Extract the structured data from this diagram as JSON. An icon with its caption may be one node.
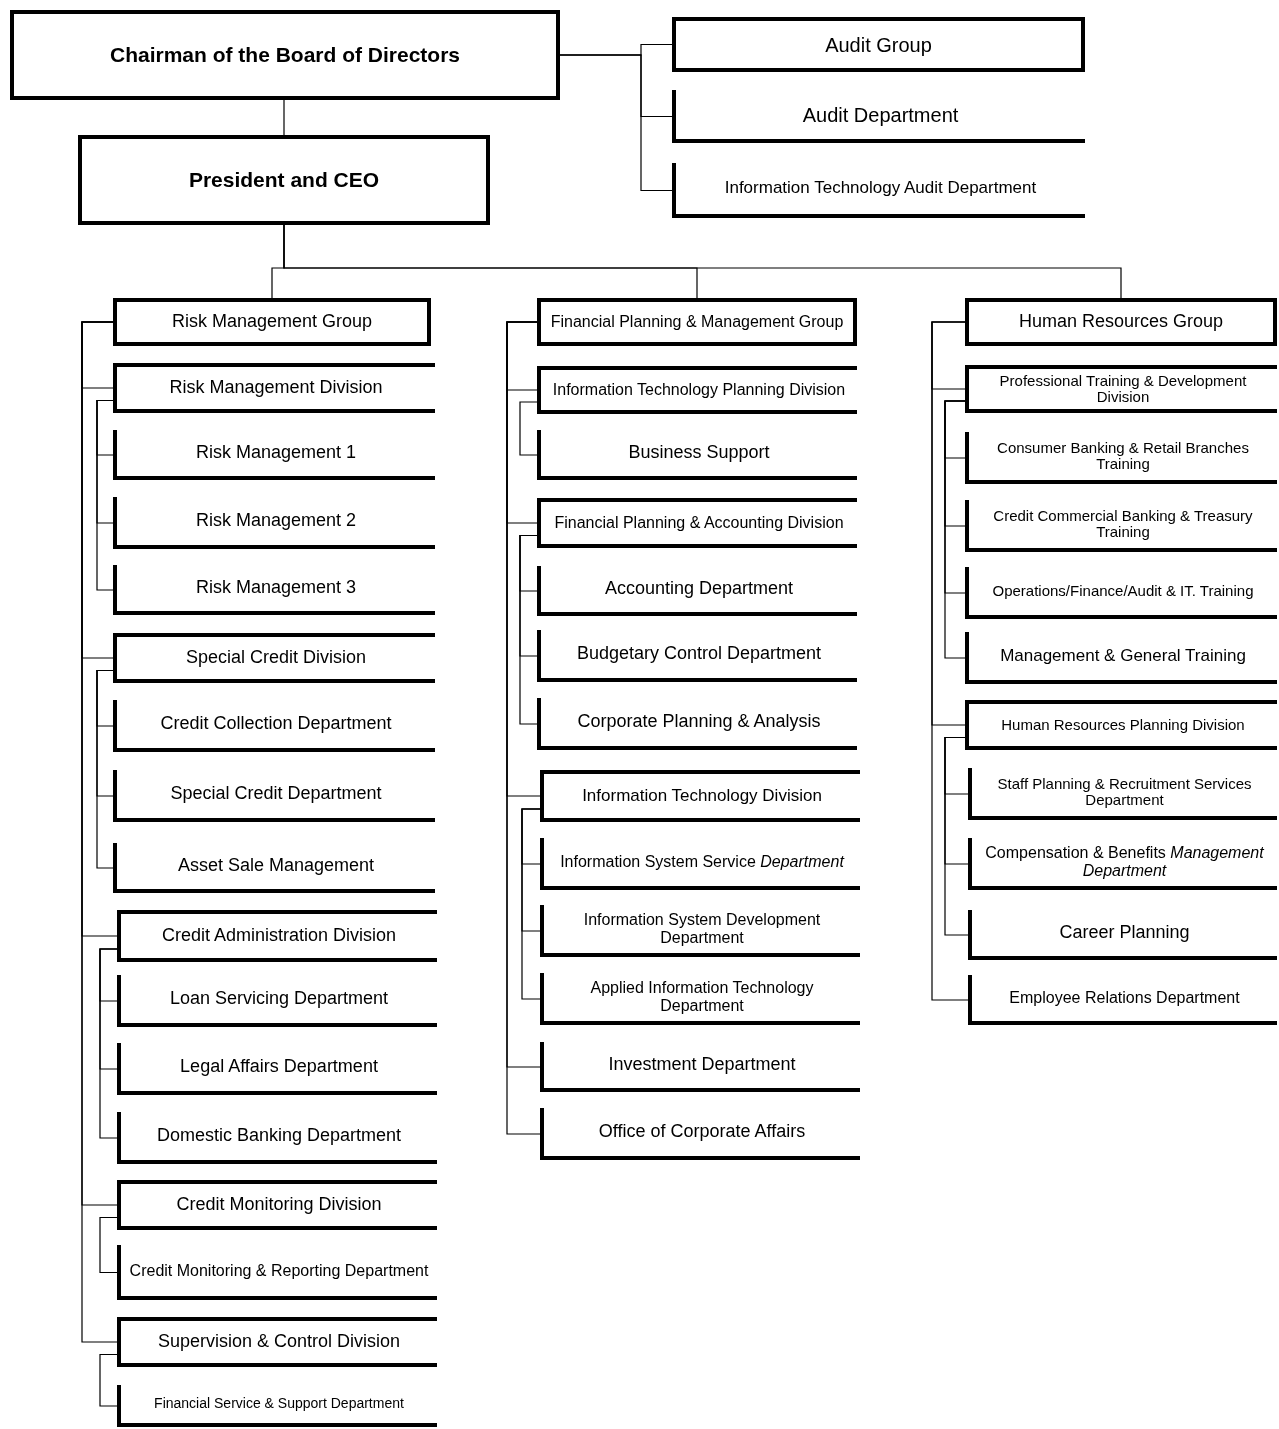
{
  "diagram": {
    "nodes": [
      {
        "text": [
          "Chairman of the Board of Directors"
        ]
      },
      {
        "text": [
          "President and CEO"
        ]
      },
      {
        "text": [
          "Audit Group"
        ]
      },
      {
        "text": [
          "Audit Department"
        ]
      },
      {
        "text": [
          "Information Technology Audit Department"
        ]
      },
      {
        "text": [
          "Risk Management Group"
        ]
      },
      {
        "text": [
          "Risk Management Division"
        ]
      },
      {
        "text": [
          "Risk Management 1"
        ]
      },
      {
        "text": [
          "Risk Management 2"
        ]
      },
      {
        "text": [
          "Risk Management 3"
        ]
      },
      {
        "text": [
          "Special Credit Division"
        ]
      },
      {
        "text": [
          "Credit Collection Department"
        ]
      },
      {
        "text": [
          "Special Credit Department"
        ]
      },
      {
        "text": [
          "Asset Sale Management"
        ]
      },
      {
        "text": [
          "Credit Administration Division"
        ]
      },
      {
        "text": [
          "Loan Servicing Department"
        ]
      },
      {
        "text": [
          "Legal Affairs Department"
        ]
      },
      {
        "text": [
          "Domestic Banking Department"
        ]
      },
      {
        "text": [
          "Credit Monitoring Division"
        ]
      },
      {
        "text": [
          "Credit Monitoring & Reporting Department"
        ]
      },
      {
        "text": [
          "Supervision & Control Division"
        ]
      },
      {
        "text": [
          "Financial Service & Support Department"
        ]
      },
      {
        "text": [
          "Financial Planning & Management Group"
        ]
      },
      {
        "text": [
          "Information Technology Planning Division"
        ]
      },
      {
        "text": [
          "Business Support"
        ]
      },
      {
        "text": [
          "Financial Planning & Accounting Division"
        ]
      },
      {
        "text": [
          "Accounting Department"
        ]
      },
      {
        "text": [
          "Budgetary Control Department"
        ]
      },
      {
        "text": [
          "Corporate Planning & Analysis"
        ]
      },
      {
        "text": [
          "Information Technology Division"
        ]
      },
      {
        "text": [
          "Information System Service *Department*"
        ]
      },
      {
        "text": [
          "Information System Development Department"
        ]
      },
      {
        "text": [
          "Applied Information Technology Department"
        ]
      },
      {
        "text": [
          "Investment Department"
        ]
      },
      {
        "text": [
          "Office of Corporate Affairs"
        ]
      },
      {
        "text": [
          "Human Resources Group"
        ]
      },
      {
        "text": [
          "Professional Training & Development Division"
        ]
      },
      {
        "text": [
          "Consumer Banking & Retail Branches Training"
        ]
      },
      {
        "text": [
          "Credit Commercial Banking & Treasury Training"
        ]
      },
      {
        "text": [
          "Operations/Finance/Audit & IT. Training"
        ]
      },
      {
        "text": [
          "Management & General Training"
        ]
      },
      {
        "text": [
          "Human Resources Planning Division"
        ]
      },
      {
        "text": [
          "Staff Planning & Recruitment Services Department"
        ]
      },
      {
        "text": [
          "Compensation & Benefits *Management Department*"
        ]
      },
      {
        "text": [
          "Career Planning"
        ]
      },
      {
        "text": [
          "Employee Relations Department"
        ]
      }
    ],
    "edges": [
      {
        "from": 0,
        "to": 2,
        "arrow": "none"
      },
      {
        "from": 0,
        "to": 3,
        "arrow": "none"
      },
      {
        "from": 0,
        "to": 4,
        "arrow": "none"
      },
      {
        "from": 0,
        "to": 1,
        "arrow": "none"
      },
      {
        "from": 1,
        "to": 5,
        "arrow": "none"
      },
      {
        "from": 1,
        "to": 22,
        "arrow": "none"
      },
      {
        "from": 1,
        "to": 35,
        "arrow": "none"
      },
      {
        "from": 5,
        "to": 6,
        "arrow": "none"
      },
      {
        "from": 6,
        "to": 7,
        "arrow": "none"
      },
      {
        "from": 6,
        "to": 8,
        "arrow": "none"
      },
      {
        "from": 6,
        "to": 9,
        "arrow": "none"
      },
      {
        "from": 5,
        "to": 10,
        "arrow": "none"
      },
      {
        "from": 10,
        "to": 11,
        "arrow": "none"
      },
      {
        "from": 10,
        "to": 12,
        "arrow": "none"
      },
      {
        "from": 10,
        "to": 13,
        "arrow": "none"
      },
      {
        "from": 5,
        "to": 14,
        "arrow": "none"
      },
      {
        "from": 14,
        "to": 15,
        "arrow": "none"
      },
      {
        "from": 14,
        "to": 16,
        "arrow": "none"
      },
      {
        "from": 14,
        "to": 17,
        "arrow": "none"
      },
      {
        "from": 5,
        "to": 18,
        "arrow": "none"
      },
      {
        "from": 18,
        "to": 19,
        "arrow": "none"
      },
      {
        "from": 5,
        "to": 20,
        "arrow": "none"
      },
      {
        "from": 20,
        "to": 21,
        "arrow": "none"
      },
      {
        "from": 22,
        "to": 23,
        "arrow": "none"
      },
      {
        "from": 23,
        "to": 24,
        "arrow": "none"
      },
      {
        "from": 22,
        "to": 25,
        "arrow": "none"
      },
      {
        "from": 25,
        "to": 26,
        "arrow": "none"
      },
      {
        "from": 25,
        "to": 27,
        "arrow": "none"
      },
      {
        "from": 25,
        "to": 28,
        "arrow": "none"
      },
      {
        "from": 22,
        "to": 29,
        "arrow": "none"
      },
      {
        "from": 29,
        "to": 30,
        "arrow": "none"
      },
      {
        "from": 29,
        "to": 31,
        "arrow": "none"
      },
      {
        "from": 29,
        "to": 32,
        "arrow": "none"
      },
      {
        "from": 22,
        "to": 33,
        "arrow": "none"
      },
      {
        "from": 22,
        "to": 34,
        "arrow": "none"
      },
      {
        "from": 35,
        "to": 36,
        "arrow": "none"
      },
      {
        "from": 36,
        "to": 37,
        "arrow": "none"
      },
      {
        "from": 36,
        "to": 38,
        "arrow": "none"
      },
      {
        "from": 36,
        "to": 39,
        "arrow": "none"
      },
      {
        "from": 36,
        "to": 40,
        "arrow": "none"
      },
      {
        "from": 35,
        "to": 41,
        "arrow": "none"
      },
      {
        "from": 41,
        "to": 42,
        "arrow": "none"
      },
      {
        "from": 41,
        "to": 43,
        "arrow": "none"
      },
      {
        "from": 41,
        "to": 44,
        "arrow": "none"
      },
      {
        "from": 35,
        "to": 45,
        "arrow": "none"
      }
    ]
  }
}
